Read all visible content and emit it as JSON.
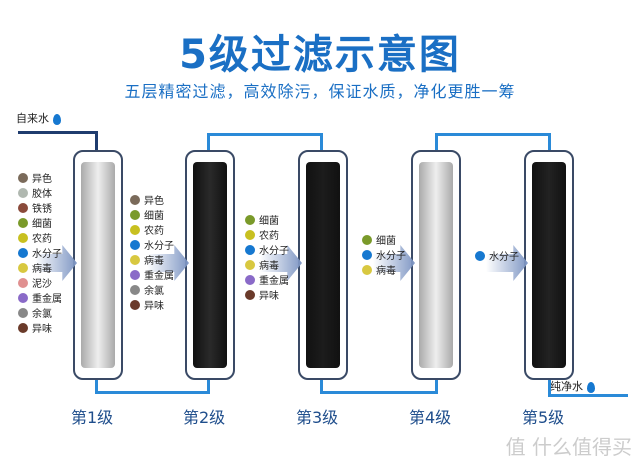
{
  "title": "5级过滤示意图",
  "subtitle": "五层精密过滤，高效除污，保证水质，净化更胜一筹",
  "inlet_label": "自来水",
  "outlet_label": "纯净水",
  "watermark": "值 什么值得买",
  "stages": [
    {
      "label": "第1级",
      "core_color": "#d8d8d8",
      "inputs": [
        {
          "t": "异色",
          "c": "#7a6a5a"
        },
        {
          "t": "胶体",
          "c": "#b0b8b0"
        },
        {
          "t": "铁锈",
          "c": "#8a4a3a"
        },
        {
          "t": "细菌",
          "c": "#7a9a2a"
        },
        {
          "t": "农药",
          "c": "#c8c020"
        },
        {
          "t": "水分子",
          "c": "#1678d0"
        },
        {
          "t": "病毒",
          "c": "#d8c840"
        },
        {
          "t": "泥沙",
          "c": "#e09090"
        },
        {
          "t": "重金属",
          "c": "#8a6ac8"
        },
        {
          "t": "余氯",
          "c": "#888888"
        },
        {
          "t": "异味",
          "c": "#6a3a2a"
        }
      ]
    },
    {
      "label": "第2级",
      "core_color": "#2a2a2a",
      "inputs": [
        {
          "t": "异色",
          "c": "#7a6a5a"
        },
        {
          "t": "细菌",
          "c": "#7a9a2a"
        },
        {
          "t": "农药",
          "c": "#c8c020"
        },
        {
          "t": "水分子",
          "c": "#1678d0"
        },
        {
          "t": "病毒",
          "c": "#d8c840"
        },
        {
          "t": "重金属",
          "c": "#8a6ac8"
        },
        {
          "t": "余氯",
          "c": "#888888"
        },
        {
          "t": "异味",
          "c": "#6a3a2a"
        }
      ]
    },
    {
      "label": "第3级",
      "core_color": "#1c1c1c",
      "inputs": [
        {
          "t": "细菌",
          "c": "#7a9a2a"
        },
        {
          "t": "农药",
          "c": "#c8c020"
        },
        {
          "t": "水分子",
          "c": "#1678d0"
        },
        {
          "t": "病毒",
          "c": "#d8c840"
        },
        {
          "t": "重金属",
          "c": "#8a6ac8"
        },
        {
          "t": "异味",
          "c": "#6a3a2a"
        }
      ]
    },
    {
      "label": "第4级",
      "core_color": "#c8c8c8",
      "inputs": [
        {
          "t": "细菌",
          "c": "#7a9a2a"
        },
        {
          "t": "水分子",
          "c": "#1678d0"
        },
        {
          "t": "病毒",
          "c": "#d8c840"
        }
      ]
    },
    {
      "label": "第5级",
      "core_color": "#222222",
      "inputs": [
        {
          "t": "水分子",
          "c": "#1678d0"
        }
      ]
    }
  ]
}
